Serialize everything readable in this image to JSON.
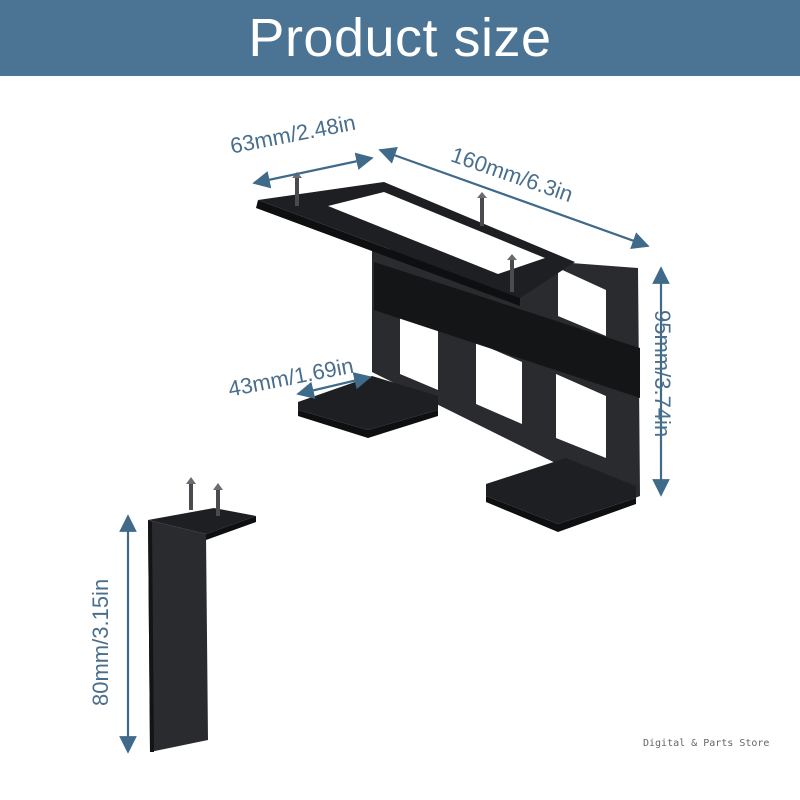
{
  "header": {
    "title": "Product size"
  },
  "dimensions": {
    "depth": "63mm/2.48in",
    "width": "160mm/6.3in",
    "height": "95mm/3.74in",
    "foot": "43mm/1.69in",
    "bracket_height": "80mm/3.15in"
  },
  "watermark": "Digital & Parts Store",
  "colors": {
    "header_bg": "#4b7394",
    "dimension_text": "#4a6f8c",
    "dimension_arrow": "#3f6a8a",
    "metal": "#1e1f22"
  }
}
